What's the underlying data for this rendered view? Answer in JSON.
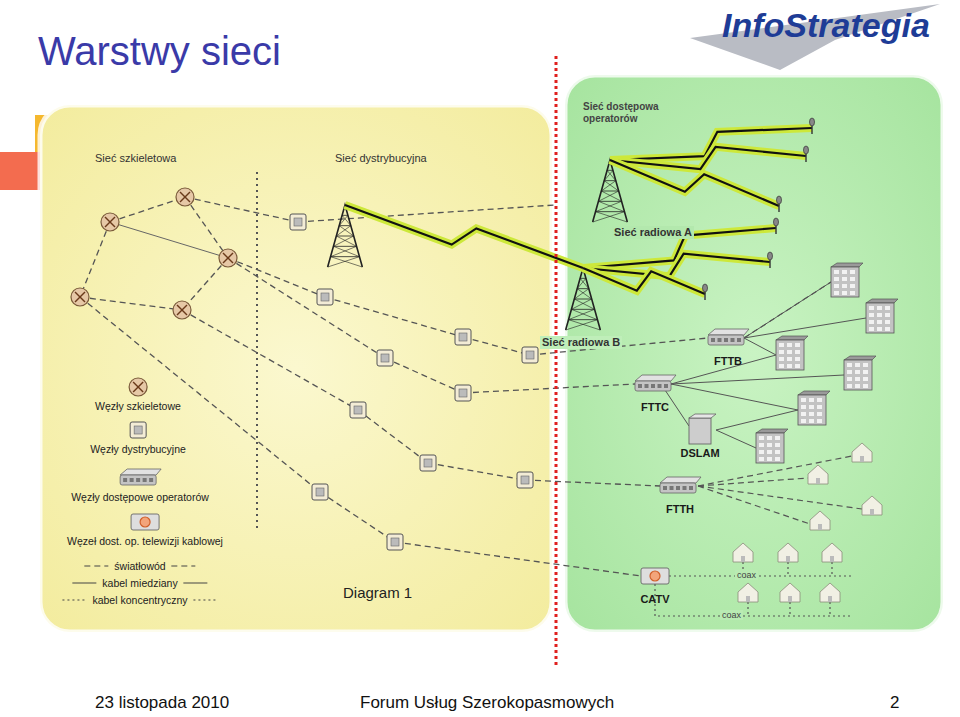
{
  "diagram": {
    "title": "Warstwy sieci",
    "nodes": [
      {
        "text": [
          "FTTB"
        ]
      },
      {
        "text": [
          "FTTC"
        ]
      },
      {
        "text": [
          "DSLAM"
        ]
      },
      {
        "text": [
          "FTTH"
        ]
      },
      {
        "text": [
          "CATV"
        ]
      }
    ],
    "labels": [
      "InfoStrategia",
      "Sieć szkieletowa",
      "Sieć dystrybucyjna",
      "Diagram 1",
      "Sieć dostępowa operatorów",
      "Sieć radiowa A",
      "Sieć radiowa B",
      "coax",
      "coax",
      "23 listopada 2010",
      "Forum Usług Szerokopasmowych",
      "2"
    ],
    "legend": [
      {
        "text": "Węzły szkieletowe"
      },
      {
        "text": "Węzły dystrybucyjne"
      },
      {
        "text": "Węzły dostępowe operatorów"
      },
      {
        "text": "Węzeł dost. op. telewizji kablowej"
      },
      {
        "text": "światłowód"
      },
      {
        "text": "kabel miedziany"
      },
      {
        "text": "kabel koncentryczny"
      }
    ]
  }
}
